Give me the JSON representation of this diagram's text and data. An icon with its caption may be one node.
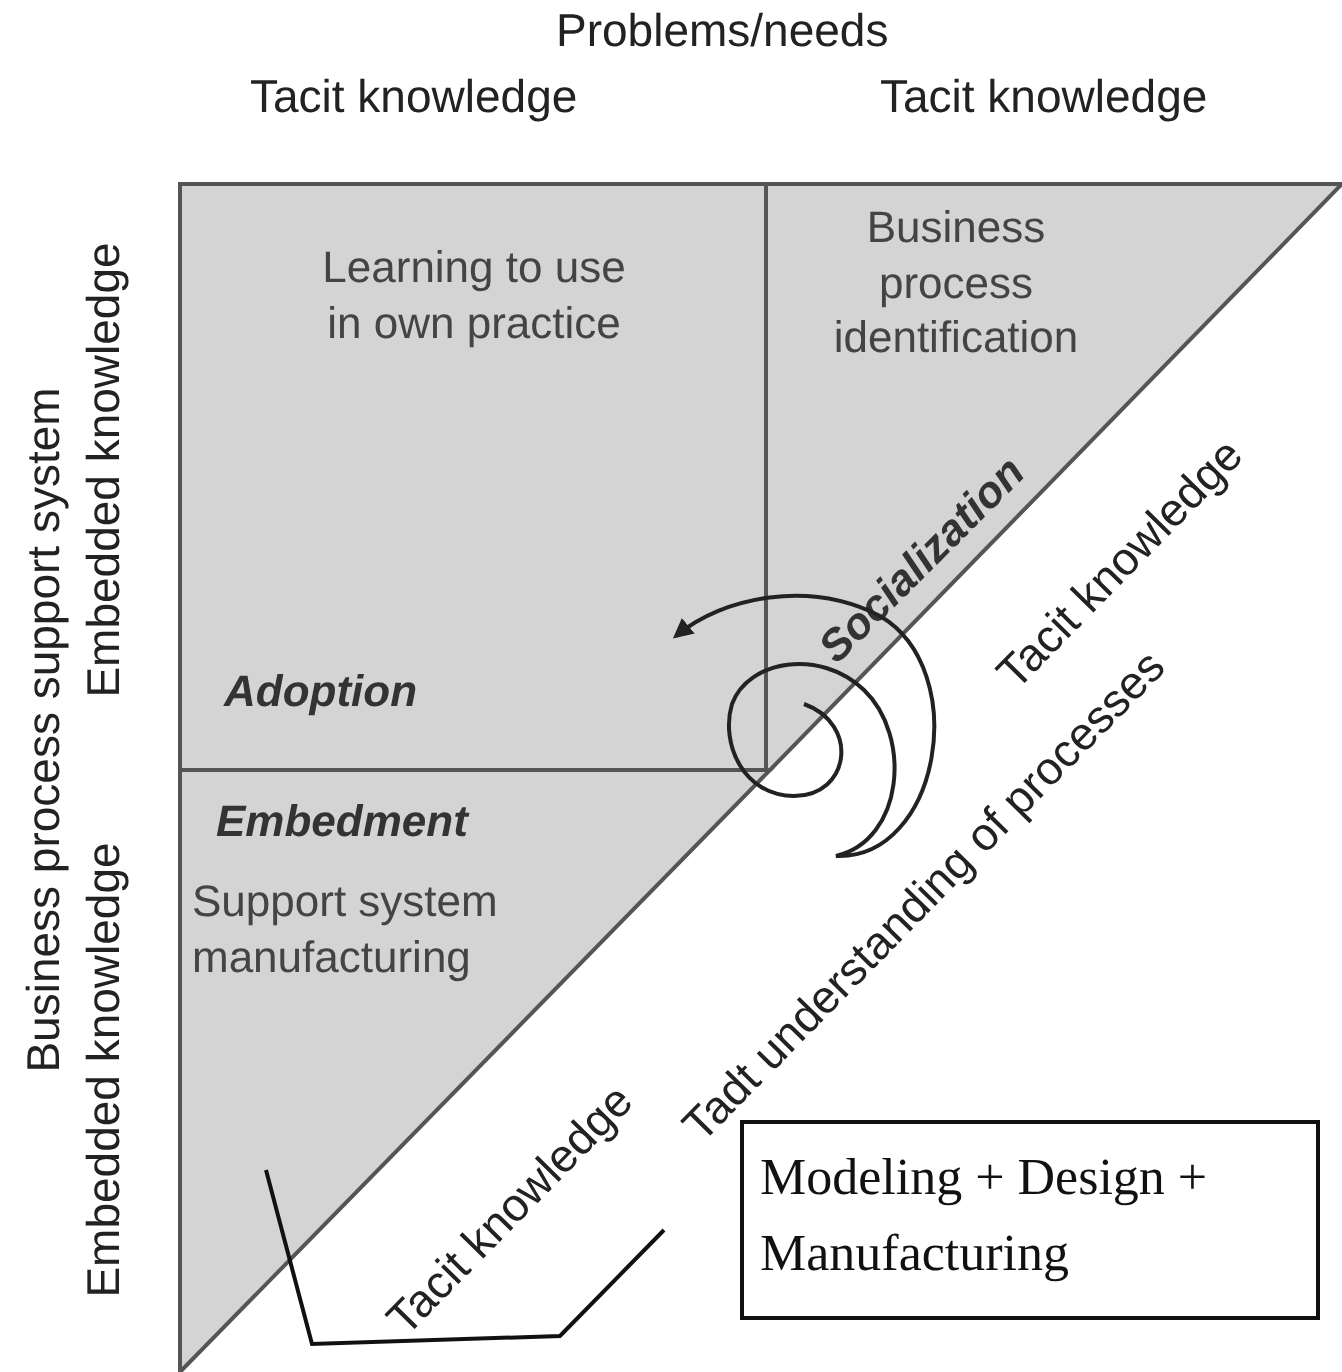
{
  "diagram": {
    "title": "Problems/needs",
    "nodes": [
      {
        "text": [
          "Learning to use in own practice",
          "Adoption"
        ]
      },
      {
        "text": [
          "Business process identification",
          "Socialization"
        ]
      },
      {
        "text": [
          "Embedment",
          "Support system manufacturing"
        ]
      },
      {
        "text": [
          "Modeling + Design + Manufacturing"
        ]
      }
    ],
    "edges": [
      {
        "from": 1,
        "to": 0,
        "arrow": "to"
      }
    ],
    "labels": [
      "Tacit knowledge",
      "Tacit knowledge",
      "Business process support system",
      "Embedded knowledge",
      "Embedded knowledge",
      "Tacit knowledge",
      "Tadt understanding of processes",
      "Tacit knowledge"
    ]
  }
}
